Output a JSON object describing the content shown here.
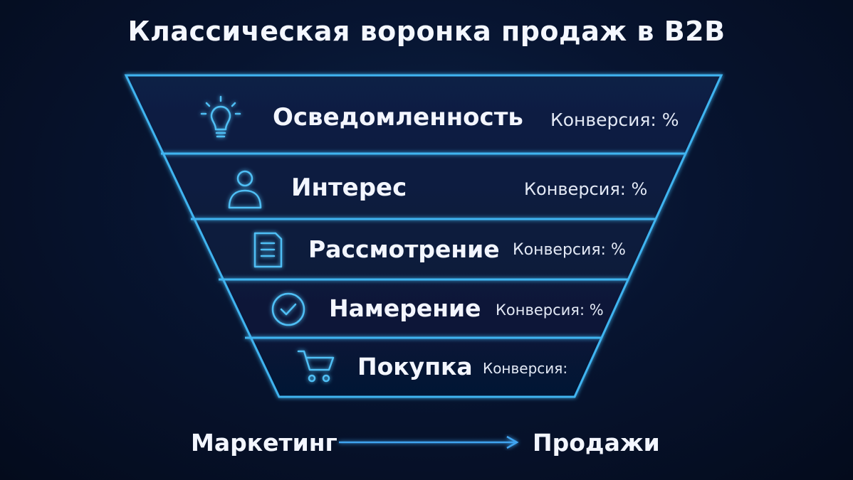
{
  "title": "Классическая воронка продаж в B2B",
  "accent_color": "#3fb4f0",
  "stages": [
    {
      "name": "Осведомленность",
      "conversion": "Конверсия: %",
      "icon": "lightbulb-icon"
    },
    {
      "name": "Интерес",
      "conversion": "Конверсия: %",
      "icon": "user-icon"
    },
    {
      "name": "Рассмотрение",
      "conversion": "Конверсия: %",
      "icon": "document-icon"
    },
    {
      "name": "Намерение",
      "conversion": "Конверсия: %",
      "icon": "checkmark-circle-icon"
    },
    {
      "name": "Покупка",
      "conversion": "Конверсия:",
      "icon": "shopping-cart-icon"
    }
  ],
  "flow": {
    "from": "Маркетинг",
    "to": "Продажи"
  }
}
